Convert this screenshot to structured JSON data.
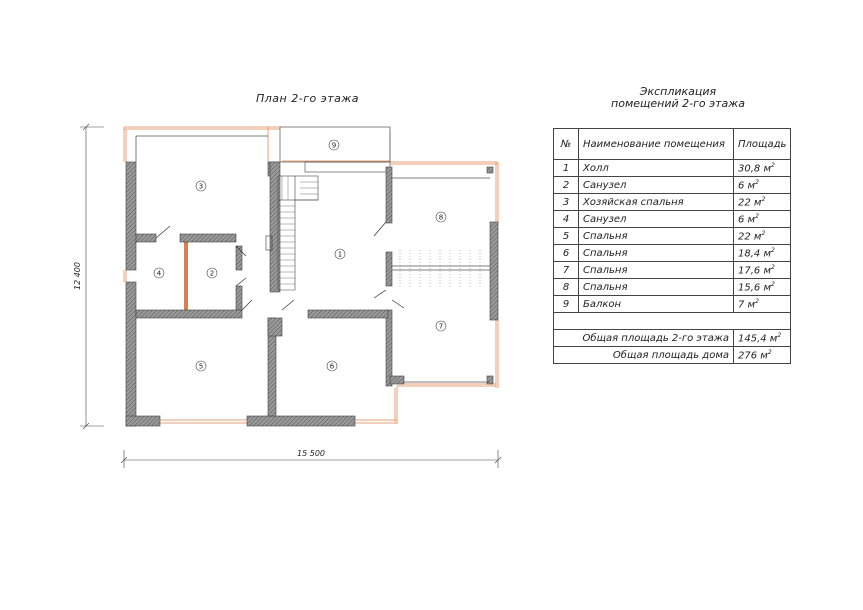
{
  "plan": {
    "title": "План 2-го этажа",
    "dim_width": "15 500",
    "dim_height": "12 400",
    "rooms": [
      {
        "num": "1"
      },
      {
        "num": "2"
      },
      {
        "num": "3"
      },
      {
        "num": "4"
      },
      {
        "num": "5"
      },
      {
        "num": "6"
      },
      {
        "num": "7"
      },
      {
        "num": "8"
      },
      {
        "num": "9"
      }
    ]
  },
  "explication": {
    "title_line1": "Экспликация",
    "title_line2": "помещений 2-го этажа",
    "headers": {
      "num": "№",
      "name": "Наименование помещения",
      "area": "Площадь"
    },
    "rows": [
      {
        "num": "1",
        "name": "Холл",
        "area": "30,8 м",
        "unit_exp": "2"
      },
      {
        "num": "2",
        "name": "Санузел",
        "area": "6 м",
        "unit_exp": "2"
      },
      {
        "num": "3",
        "name": "Хозяйская спальня",
        "area": "22 м",
        "unit_exp": "2"
      },
      {
        "num": "4",
        "name": "Санузел",
        "area": "6 м",
        "unit_exp": "2"
      },
      {
        "num": "5",
        "name": "Спальня",
        "area": "22 м",
        "unit_exp": "2"
      },
      {
        "num": "6",
        "name": "Спальня",
        "area": "18,4 м",
        "unit_exp": "2"
      },
      {
        "num": "7",
        "name": "Спальня",
        "area": "17,6 м",
        "unit_exp": "2"
      },
      {
        "num": "8",
        "name": "Спальня",
        "area": "15,6 м",
        "unit_exp": "2"
      },
      {
        "num": "9",
        "name": "Балкон",
        "area": "7 м",
        "unit_exp": "2"
      }
    ],
    "total_floor_label": "Общая площадь 2-го этажа",
    "total_floor_value": "145,4 м",
    "total_floor_exp": "2",
    "total_house_label": "Общая площадь дома",
    "total_house_value": "276 м",
    "total_house_exp": "2"
  }
}
